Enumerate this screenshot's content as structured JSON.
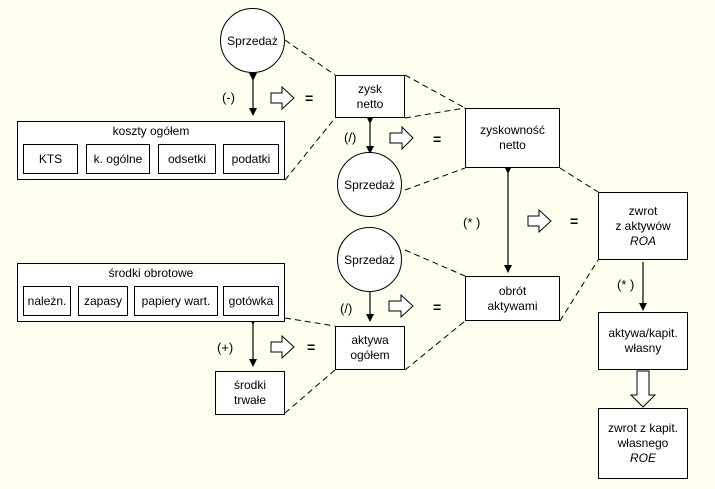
{
  "nodes": {
    "sprzedaz_top": "Sprzedaż",
    "sprzedaz_mid": "Sprzedaż",
    "sprzedaz_low": "Sprzedaż",
    "zysk_netto": "zysk\nnetto",
    "zyskownosc_netto": "zyskowność\nnetto",
    "obrot_aktywami": "obrót\naktywami",
    "aktywa_ogolem": "aktywa\nogółem",
    "srodki_trwale": "środki\ntrwałe",
    "roa_line1": "zwrot\nz aktywów",
    "roa_line2": "ROA",
    "aktywa_kapit": "aktywa/kapit.\nwłasny",
    "roe_line1": "zwrot z kapit.\nwłasnego",
    "roe_line2": "ROE"
  },
  "koszty": {
    "title": "koszty ogółem",
    "items": [
      "KTS",
      "k. ogólne",
      "odsetki",
      "podatki"
    ]
  },
  "obrotowe": {
    "title": "środki obrotowe",
    "items": [
      "należn.",
      "zapasy",
      "papiery wart.",
      "gotówka"
    ]
  },
  "operators": {
    "minus": "(-)",
    "div1": "(/)",
    "div2": "(/)",
    "mult1": "(* )",
    "mult2": "(* )",
    "plus": "(+)",
    "eq": "="
  }
}
